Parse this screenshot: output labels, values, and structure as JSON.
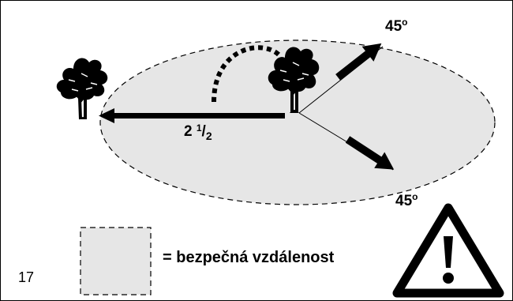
{
  "diagram": {
    "angle_top": "45",
    "angle_bottom": "45",
    "angle_unit": "o",
    "distance": {
      "whole": "2",
      "frac_num": "1",
      "frac_sep": "/",
      "frac_den": "2"
    },
    "legend_text": "= bezpečná vzdálenost",
    "page_number": "17",
    "icons": [
      "tree-icon",
      "tree-icon",
      "warning-triangle-icon",
      "arrow-icon"
    ]
  }
}
